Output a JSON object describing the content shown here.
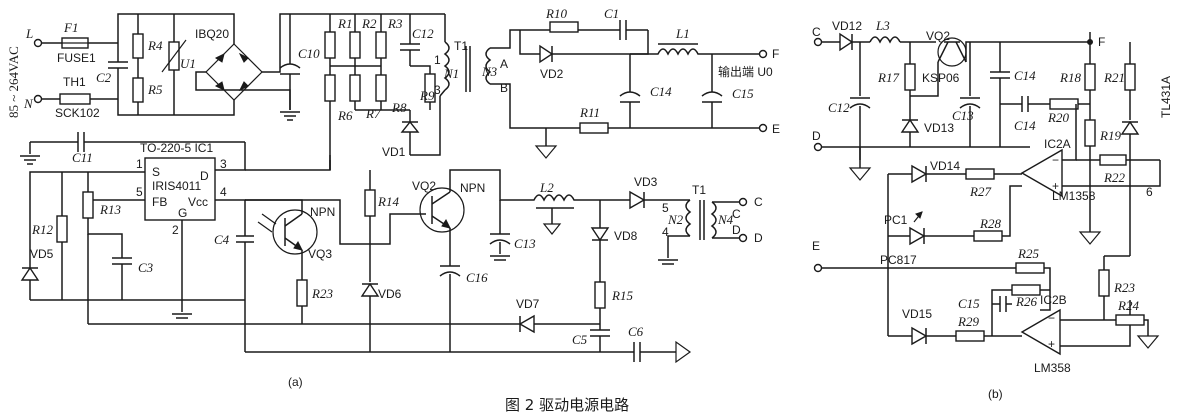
{
  "figure": {
    "caption": "图 2   驱动电源电路",
    "sub_a": "(a)",
    "sub_b": "(b)"
  },
  "panel_a": {
    "input_voltage": "85 ~ 264VAC",
    "line": "L",
    "neutral": "N",
    "fuse": "F1",
    "fuse_name": "FUSE1",
    "thermistor": "TH1",
    "thermistor_name": "SCK102",
    "bridge": "IBQ20",
    "varistor": "U1",
    "c2": "C2",
    "r4": "R4",
    "r5": "R5",
    "c10": "C10",
    "r1": "R1",
    "r2": "R2",
    "r3": "R3",
    "r6": "R6",
    "r7": "R7",
    "r8": "R8",
    "r9": "R9",
    "c12": "C12",
    "vd1": "VD1",
    "t1": "T1",
    "n1": "N1",
    "n3": "N3",
    "pin1": "1",
    "pin3": "3",
    "a": "A",
    "b": "B",
    "r10": "R10",
    "c1": "C1",
    "l1": "L1",
    "vd2": "VD2",
    "c14": "C14",
    "c15": "C15",
    "out_label": "输出端 U0",
    "f": "F",
    "e": "E",
    "r11": "R11",
    "c11": "C11",
    "ic_pkg": "TO-220-5 IC1",
    "ic": "IRIS4011",
    "ic_s": "S",
    "ic_fb": "FB",
    "ic_d": "D",
    "ic_vcc": "Vcc",
    "ic_g": "G",
    "ic_p1": "1",
    "ic_p2": "2",
    "ic_p3": "3",
    "ic_p4": "4",
    "ic_p5": "5",
    "r12": "R12",
    "vd5": "VD5",
    "r13": "R13",
    "c3": "C3",
    "c4": "C4",
    "npn1": "NPN",
    "vq3": "VQ3",
    "r23": "R23",
    "r14": "R14",
    "vd6": "VD6",
    "vq2": "VQ2",
    "npn2": "NPN",
    "c16": "C16",
    "l2": "L2",
    "c13": "C13",
    "vd3": "VD3",
    "vd8": "VD8",
    "vd7": "VD7",
    "r15": "R15",
    "c5": "C5",
    "c6": "C6",
    "n2": "N2",
    "n4": "N4",
    "pin5": "5",
    "pin4": "4",
    "c": "C",
    "d": "D",
    "t1b": "T1"
  },
  "panel_b": {
    "c": "C",
    "d": "D",
    "e": "E",
    "f": "F",
    "vd12": "VD12",
    "l3": "L3",
    "vq2": "VQ2",
    "kspd": "KSP06",
    "c12": "C12",
    "r17": "R17",
    "vd13": "VD13",
    "c13": "C13",
    "c14a": "C14",
    "c14b": "C14",
    "r18": "R18",
    "r21": "R21",
    "tl431": "TL431A",
    "r20": "R20",
    "r19": "R19",
    "ic2a": "IC2A",
    "lm358a": "LM1358",
    "r22": "R22",
    "pin6": "6",
    "vd14": "VD14",
    "r27": "R27",
    "pc1": "PC1",
    "pc817": "PC817",
    "r28": "R28",
    "r25": "R25",
    "r26": "R26",
    "ic2b": "IC2B",
    "c15": "C15",
    "vd15": "VD15",
    "r29": "R29",
    "lm358b": "LM358",
    "r23": "R23",
    "r24": "R24"
  }
}
